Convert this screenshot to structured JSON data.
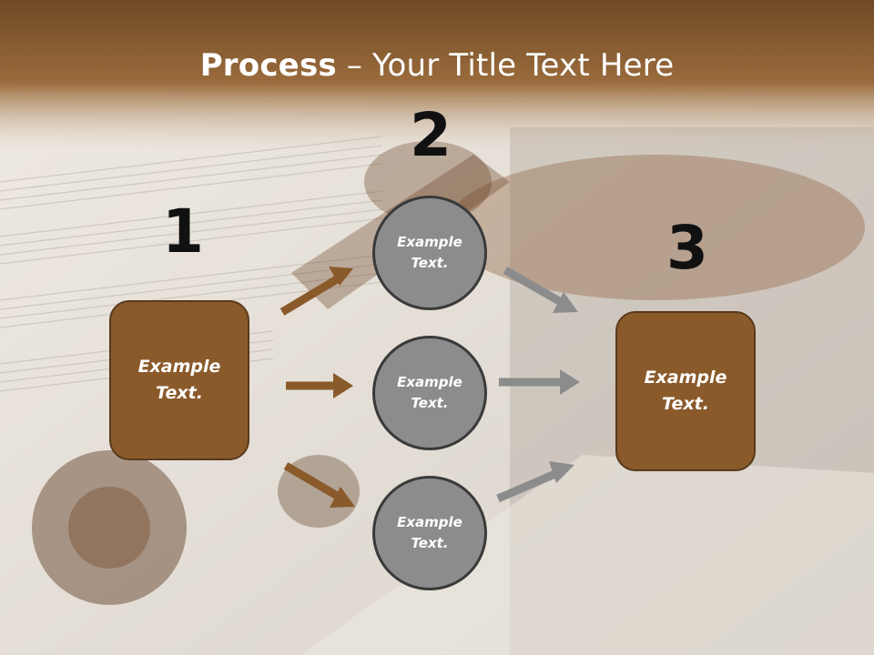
{
  "slide": {
    "title_bold": "Process",
    "title_rest": " – Your Title Text Here"
  },
  "steps": {
    "num1": "1",
    "num2": "2",
    "num3": "3"
  },
  "boxes": {
    "left_text": "Example\nText.",
    "right_text": "Example\nText."
  },
  "circles": {
    "top_text": "Example\nText.",
    "middle_text": "Example\nText.",
    "bottom_text": "Example\nText."
  },
  "colors": {
    "box_fill": "#8a5a2b",
    "circle_fill": "#8c8c8c",
    "arrow_brown": "#8a5a2b",
    "arrow_gray": "#8c8c8c"
  },
  "icons": {
    "arrows": "right-arrow-icon"
  }
}
